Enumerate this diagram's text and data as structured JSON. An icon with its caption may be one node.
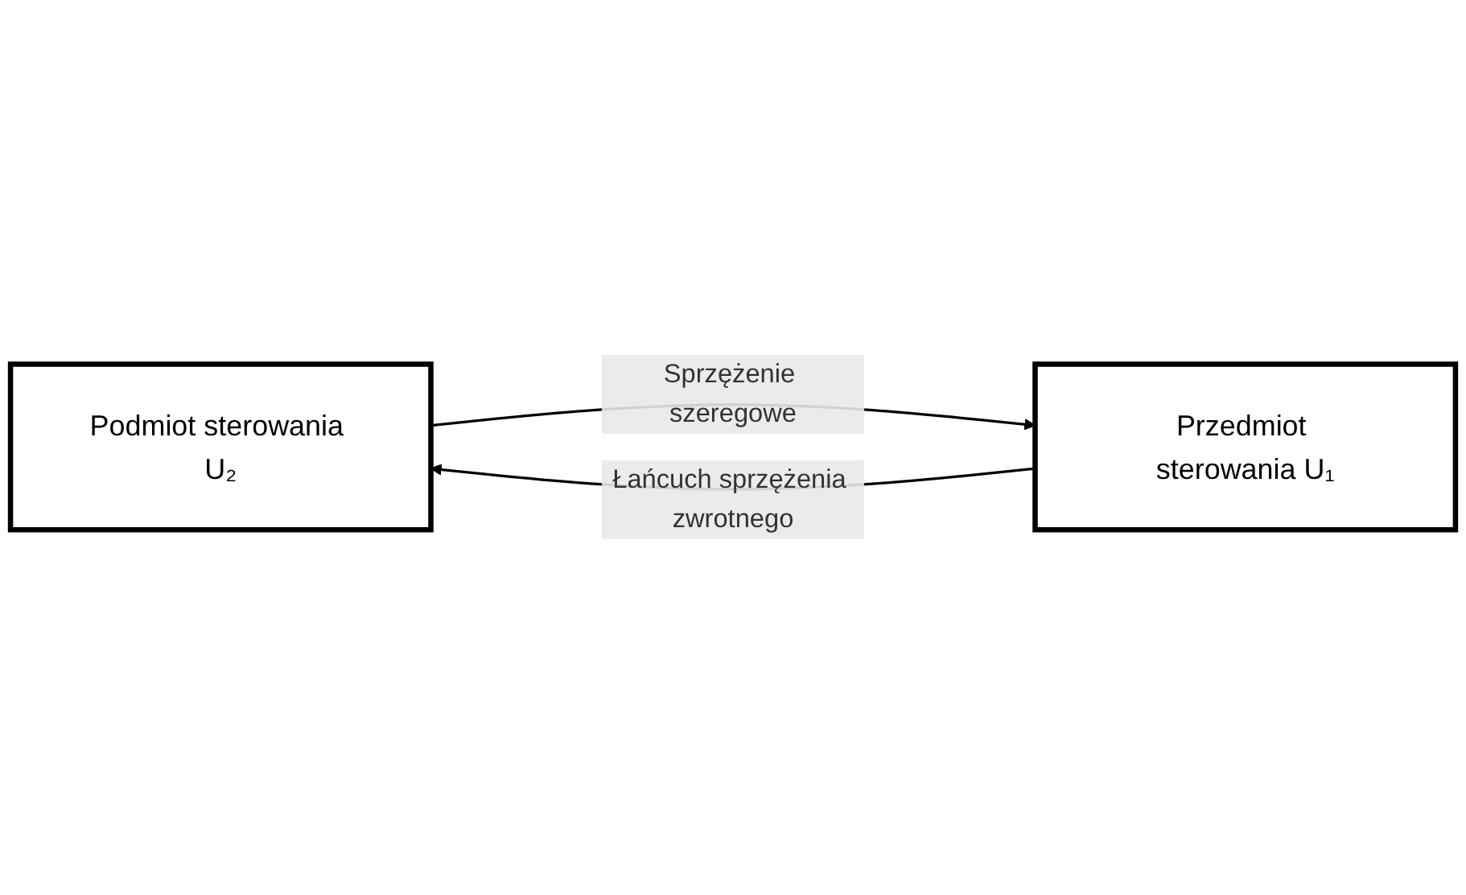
{
  "diagram": {
    "nodes": [
      {
        "text": [
          "Podmiot sterowania U₂"
        ]
      },
      {
        "text": [
          "Przedmiot sterowania U₁"
        ]
      }
    ],
    "edges": [
      {
        "from": 0,
        "to": 1,
        "arrow": "to",
        "label": "Sprzężenie szeregowe"
      },
      {
        "from": 1,
        "to": 0,
        "arrow": "to",
        "label": "Łańcuch sprzężenia zwrotnego"
      }
    ]
  }
}
